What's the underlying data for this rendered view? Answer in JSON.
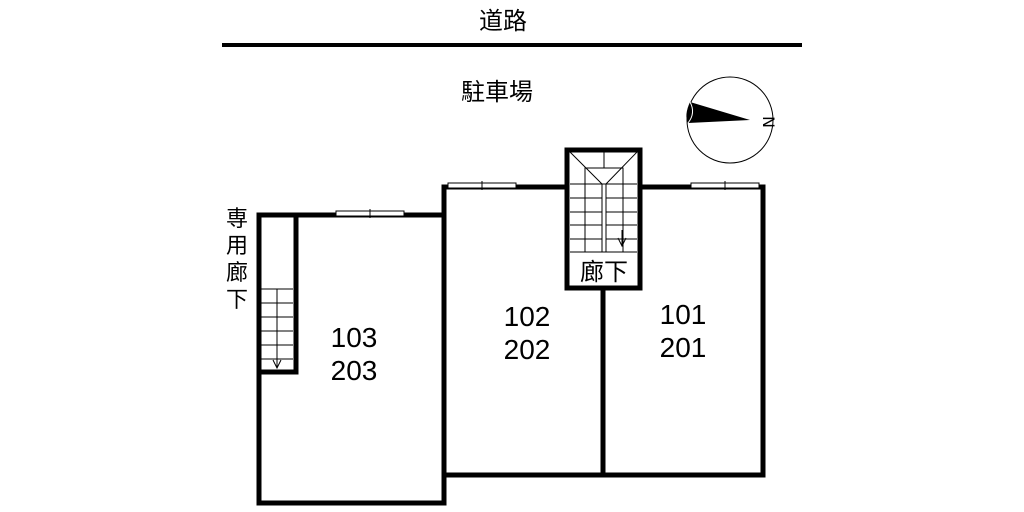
{
  "labels": {
    "road": "道路",
    "parking": "駐車場",
    "private_corridor": [
      "専",
      "用",
      "廊",
      "下"
    ],
    "corridor": "廊下",
    "compass_north": "N"
  },
  "units": [
    {
      "first": "103",
      "second": "203"
    },
    {
      "first": "102",
      "second": "202"
    },
    {
      "first": "101",
      "second": "201"
    }
  ]
}
